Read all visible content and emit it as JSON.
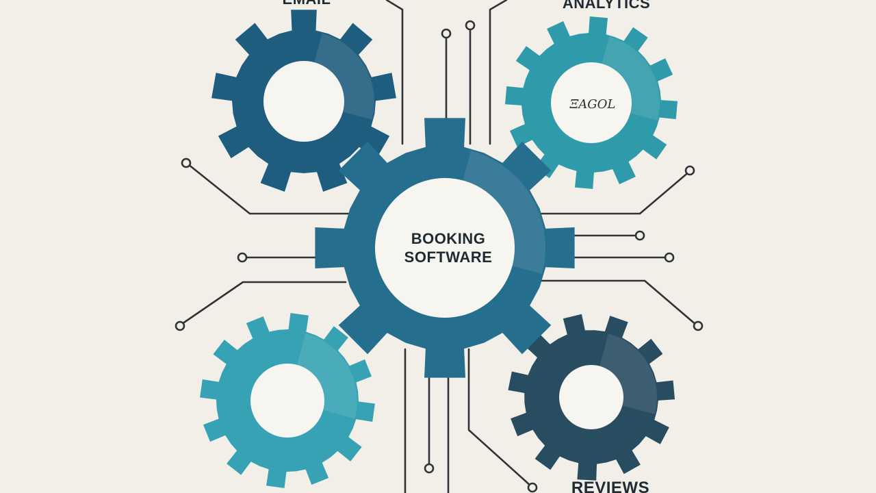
{
  "diagram": {
    "center_label_line1": "BOOKING",
    "center_label_line2": "SOFTWARE",
    "top_left_label": "EMAIL",
    "top_right_label": "ANALYTICS",
    "bottom_right_label": "REVIEWS",
    "analytics_inner_text": "ΞAGOL"
  },
  "colors": {
    "background": "#f1efe8",
    "line": "#2f3336",
    "gear_dark_blue": "#1f5d7e",
    "gear_center": "#256e8d",
    "gear_teal": "#2f9aaa",
    "gear_light_teal": "#36a2b4",
    "gear_navy": "#284c60",
    "hole": "#f7f5ef"
  },
  "icons": [
    "gear-icon"
  ]
}
